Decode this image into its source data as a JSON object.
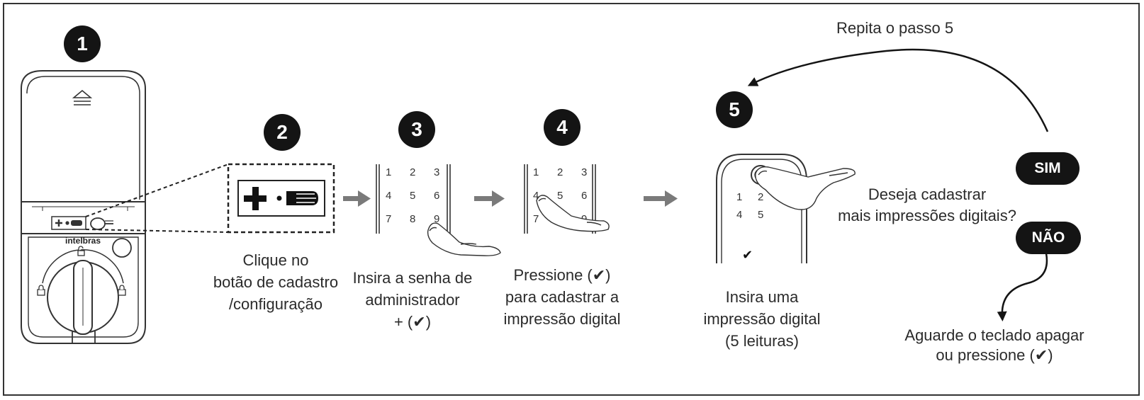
{
  "steps": [
    {
      "number": "1"
    },
    {
      "number": "2",
      "caption_lines": [
        "Clique no",
        "botão de cadastro",
        "/configuração"
      ]
    },
    {
      "number": "3",
      "caption_lines": [
        "Insira a senha de",
        "administrador",
        "+ (✔)"
      ]
    },
    {
      "number": "4",
      "caption_lines": [
        "Pressione (✔)",
        "para cadastrar a",
        "impressão digital"
      ]
    },
    {
      "number": "5",
      "caption_lines": [
        "Insira uma",
        "impressão digital",
        "(5 leituras)"
      ]
    }
  ],
  "device_brand": "intelbras",
  "keypad_keys": [
    "1",
    "2",
    "3",
    "4",
    "5",
    "6",
    "7",
    "8",
    "9"
  ],
  "question_lines": [
    "Deseja cadastrar",
    "mais impressões digitais?"
  ],
  "yes_label": "SIM",
  "no_label": "NÃO",
  "repeat_label": "Repita o passo 5",
  "final_lines": [
    "Aguarde o teclado apagar",
    "ou pressione (✔)"
  ],
  "icons": [
    "eject-icon",
    "plus-icon",
    "fingerprint-card-icon",
    "lock-icon",
    "unlock-icon",
    "finger-icon",
    "checkmark-icon",
    "arrow-right-icon"
  ],
  "colors": {
    "ink": "#141414",
    "text": "#2b2b2b",
    "arrow": "#7a7a7a"
  }
}
